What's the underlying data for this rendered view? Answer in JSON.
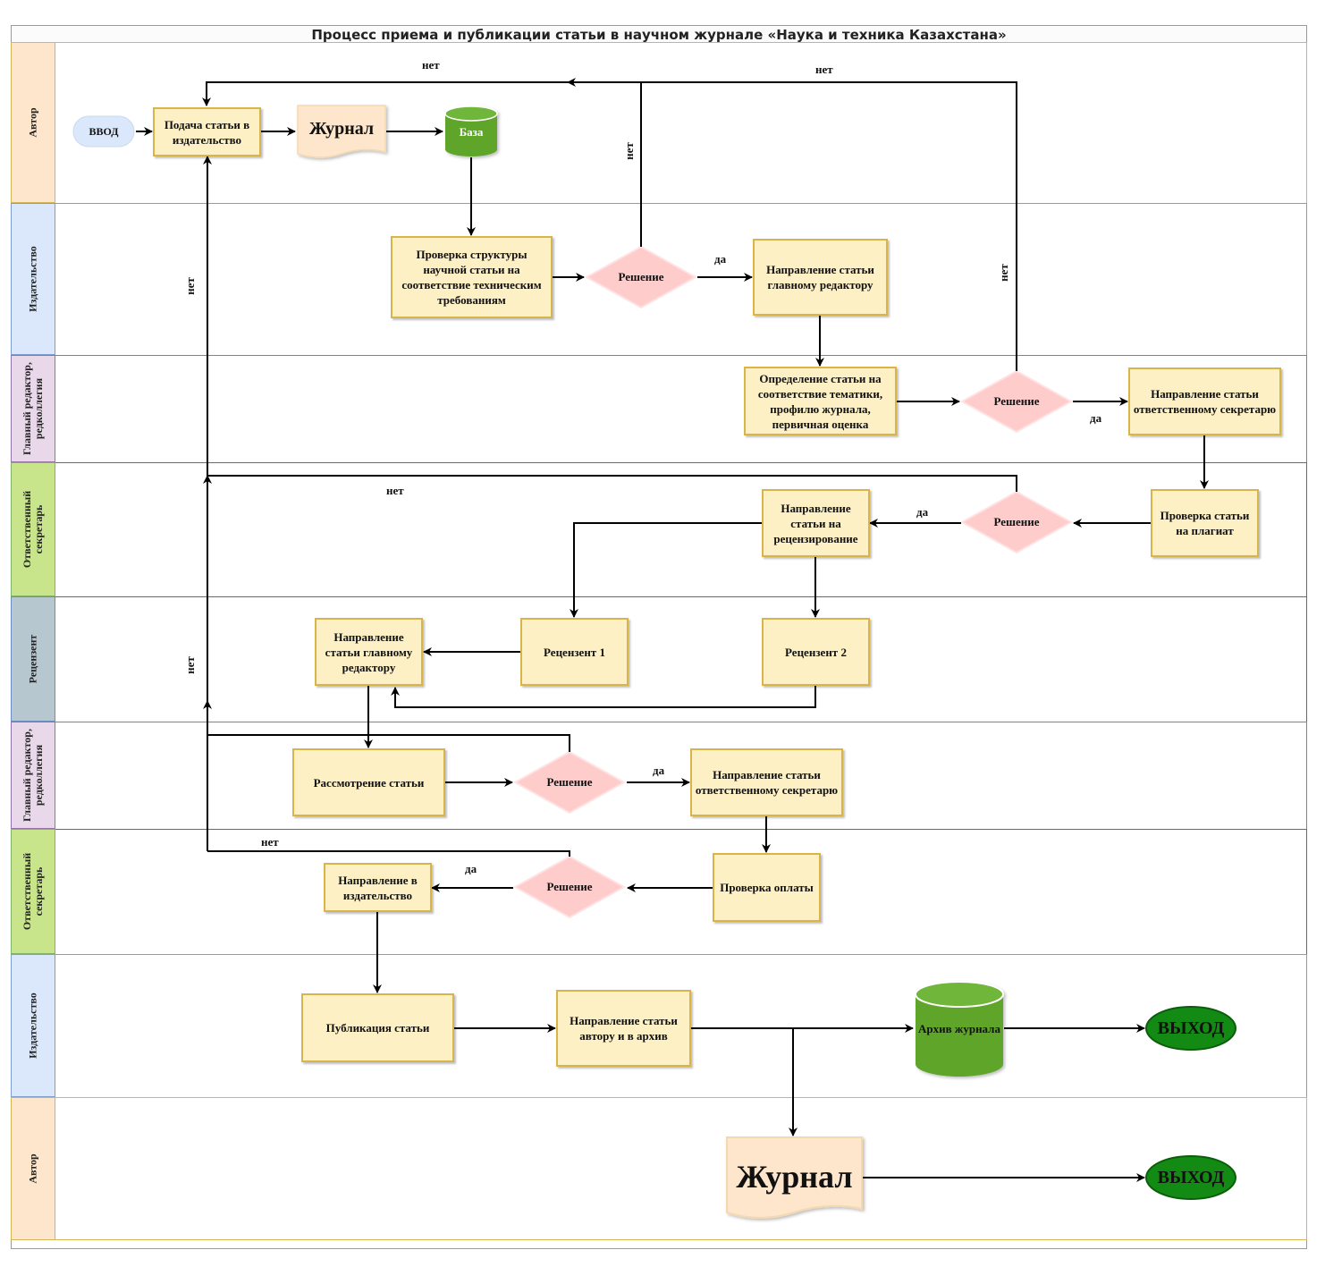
{
  "title": "Процесс приема и публикации статьи в научном журнале «Наука и техника Казахстана»",
  "colors": {
    "author": "#fde6cc",
    "publisher": "#dbe8fb",
    "editor": "#e8d8ea",
    "secretary": "#c8e58b",
    "reviewer": "#b7c7d0",
    "process_fill": "#fdf0c5",
    "process_border": "#d9b44a",
    "decision_fill": "#ffcccc",
    "database_green": "#5ea52c",
    "exit_green": "#138a13"
  },
  "lanes": {
    "author_1": "Автор",
    "publisher_1": "Издательство",
    "editor_1": "Главный редактор, редколлегия",
    "secretary_1": "Ответственный секретарь",
    "reviewer": "Рецензент",
    "editor_2": "Главный редактор, редколлегия",
    "secretary_2": "Ответственный секретарь",
    "publisher_2": "Издательство",
    "author_2": "Автор"
  },
  "nodes": {
    "input": "ВВОД",
    "submit": "Подача статьи в издательство",
    "journal_small": "Журнал",
    "database": "База",
    "check_structure": "Проверка структуры научной статьи на соответствие техническим требованиям",
    "decision": "Решение",
    "to_chief_editor": "Направление статьи главному редактору",
    "topic_check": "Определение статьи на соответствие тематики, профилю журнала, первичная оценка",
    "to_secretary": "Направление статьи ответственному секретарю",
    "plagiarism": "Проверка статьи на плагиат",
    "to_review": "Направление статьи на рецензирование",
    "reviewer_1": "Рецензент 1",
    "reviewer_2": "Рецензент 2",
    "review_to_editor": "Направление статьи главному редактору",
    "consideration": "Рассмотрение статьи",
    "to_secretary_2": "Направление статьи ответственному секретарю",
    "payment_check": "Проверка оплаты",
    "to_publisher": "Направление в издательство",
    "publication": "Публикация статьи",
    "to_author_archive": "Направление статьи автору и в архив",
    "archive": "Архив журнала",
    "exit": "ВЫХОД",
    "journal_big": "Журнал"
  },
  "edge_labels": {
    "yes": "да",
    "no": "нет"
  }
}
